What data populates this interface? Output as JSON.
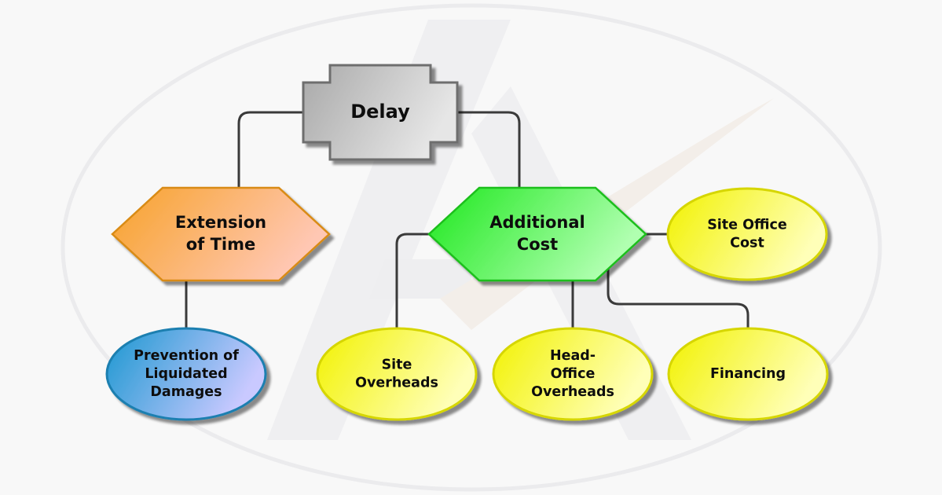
{
  "diagram": {
    "title": "Delay",
    "root": {
      "id": "delay",
      "label": [
        "Delay"
      ],
      "shape": "cross-box",
      "fill_from": "#a9a9a9",
      "fill_to": "#e6e6e6",
      "stroke": "#6e6e6e"
    },
    "branches": [
      {
        "id": "extension-of-time",
        "label": [
          "Extension",
          "of Time"
        ],
        "shape": "hexagon",
        "fill_from": "#f7a22a",
        "fill_to": "#ffc7b3",
        "stroke": "#d98b12",
        "parent": "delay"
      },
      {
        "id": "additional-cost",
        "label": [
          "Additional",
          "Cost"
        ],
        "shape": "hexagon",
        "fill_from": "#1ee81e",
        "fill_to": "#b0ffb0",
        "stroke": "#1bbf1b",
        "parent": "delay"
      }
    ],
    "leaves": [
      {
        "id": "prevention-of-liquidated-damages",
        "label": [
          "Prevention of",
          "Liquidated",
          "Damages"
        ],
        "shape": "ellipse",
        "fill_from": "#1a97d0",
        "fill_to": "#c9c9ff",
        "stroke": "#1a7fb0",
        "parent": "extension-of-time"
      },
      {
        "id": "site-office-cost",
        "label": [
          "Site Office",
          "Cost"
        ],
        "shape": "ellipse",
        "fill_from": "#f2f200",
        "fill_to": "#ffffb8",
        "stroke": "#d6d600",
        "parent": "additional-cost"
      },
      {
        "id": "site-overheads",
        "label": [
          "Site",
          "Overheads"
        ],
        "shape": "ellipse",
        "fill_from": "#f2f200",
        "fill_to": "#ffffb8",
        "stroke": "#d6d600",
        "parent": "additional-cost"
      },
      {
        "id": "head-office-overheads",
        "label": [
          "Head-",
          "Office",
          "Overheads"
        ],
        "shape": "ellipse",
        "fill_from": "#f2f200",
        "fill_to": "#ffffb8",
        "stroke": "#d6d600",
        "parent": "additional-cost"
      },
      {
        "id": "financing",
        "label": [
          "Financing"
        ],
        "shape": "ellipse",
        "fill_from": "#f2f200",
        "fill_to": "#ffffb8",
        "stroke": "#d6d600",
        "parent": "additional-cost"
      }
    ],
    "connector_color": "#3a3a3a",
    "background_color": "#f8f8f8",
    "watermark_color": "#ebebed"
  }
}
